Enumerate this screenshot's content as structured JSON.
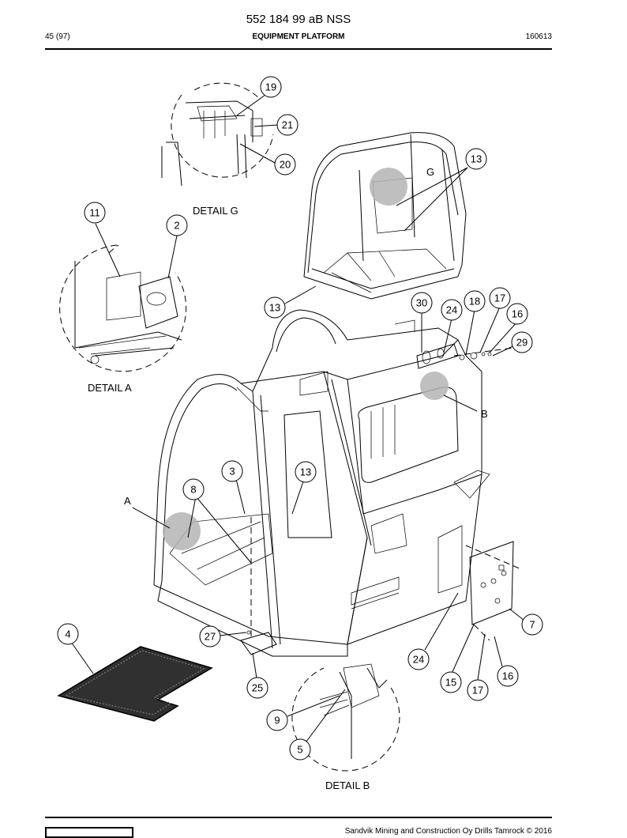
{
  "header": {
    "doc_number": "552 184 99 aB NSS",
    "page": "45 (97)",
    "section": "EQUIPMENT PLATFORM",
    "date_code": "160613"
  },
  "footer": {
    "text": "Sandvik Mining and Construction Oy Drills Tamrock © 2016"
  },
  "details": {
    "g": "DETAIL G",
    "a": "DETAIL A",
    "b": "DETAIL B"
  },
  "letters": {
    "g": "G",
    "a": "A",
    "b": "B"
  },
  "callouts": {
    "c19": "19",
    "c21": "21",
    "c20": "20",
    "c13a": "13",
    "c11": "11",
    "c2": "2",
    "c13b": "13",
    "c30": "30",
    "c24a": "24",
    "c18": "18",
    "c17a": "17",
    "c16a": "16",
    "c29": "29",
    "c3": "3",
    "c13c": "13",
    "c8": "8",
    "c4": "4",
    "c27": "27",
    "c25": "25",
    "c7": "7",
    "c24b": "24",
    "c15": "15",
    "c17b": "17",
    "c16b": "16",
    "c9": "9",
    "c5": "5"
  }
}
